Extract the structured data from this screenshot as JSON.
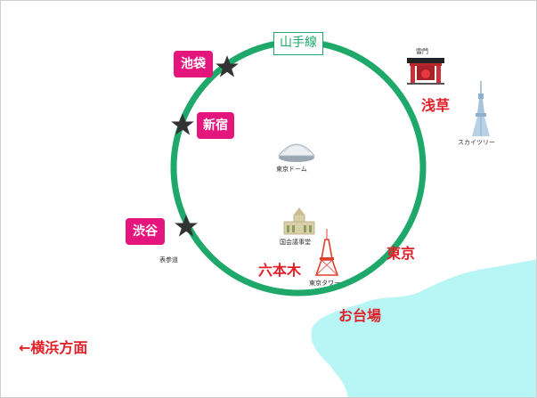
{
  "line_name": "山手線",
  "stations": {
    "ikebukuro": "池袋",
    "shinjuku": "新宿",
    "shibuya": "渋谷"
  },
  "areas": {
    "asakusa": "浅草",
    "tokyo": "東京",
    "roppongi": "六本木",
    "odaiba": "お台場",
    "yokohama": "←横浜方面"
  },
  "landmarks": {
    "kaminarimon": "雷門",
    "skytree": "スカイツリー",
    "tokyo_dome": "東京ドーム",
    "diet": "国会議事堂",
    "tokyo_tower": "東京タワー",
    "omotesando": "表参道"
  },
  "colors": {
    "loop_line": "#1ea96a",
    "station_badge": "#e5157e",
    "area_label": "#e0202a",
    "water": "#b8f5f5"
  },
  "icons": [
    "star-icon",
    "kaminarimon-gate-icon",
    "skytree-icon",
    "tokyo-dome-icon",
    "diet-building-icon",
    "tokyo-tower-icon"
  ]
}
